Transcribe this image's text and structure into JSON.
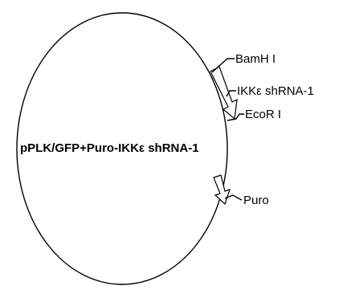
{
  "plasmid": {
    "name": "pPLK/GFP+Puro-IKKε shRNA-1"
  },
  "features": {
    "bamhi": "BamH I",
    "shrna": "IKKε shRNA-1",
    "ecori": "EcoR I",
    "puro": "Puro"
  },
  "colors": {
    "stroke": "#000000",
    "background": "#ffffff"
  }
}
